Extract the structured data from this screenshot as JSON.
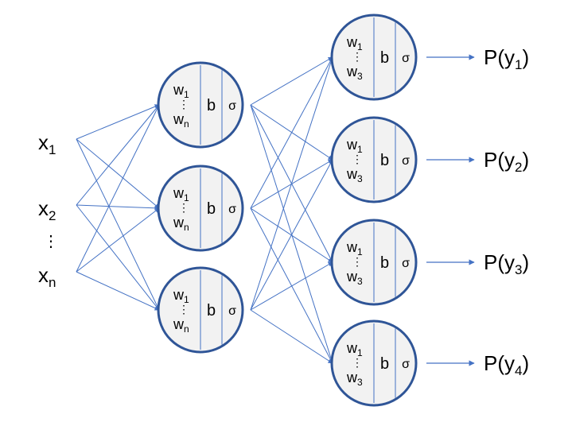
{
  "inputs": [
    {
      "base": "x",
      "sub": "1"
    },
    {
      "base": "x",
      "sub": "2"
    },
    {
      "base": "x",
      "sub": "n"
    }
  ],
  "input_ellipsis": "⋮",
  "hidden_neurons": [
    {
      "w_top": "w",
      "w_top_sub": "1",
      "w_dots": "⋮",
      "w_bot": "w",
      "w_bot_sub": "n",
      "bias": "b",
      "activation": "σ"
    },
    {
      "w_top": "w",
      "w_top_sub": "1",
      "w_dots": "⋮",
      "w_bot": "w",
      "w_bot_sub": "n",
      "bias": "b",
      "activation": "σ"
    },
    {
      "w_top": "w",
      "w_top_sub": "1",
      "w_dots": "⋮",
      "w_bot": "w",
      "w_bot_sub": "n",
      "bias": "b",
      "activation": "σ"
    }
  ],
  "output_neurons": [
    {
      "w_top": "w",
      "w_top_sub": "1",
      "w_dots": "⋮",
      "w_bot": "w",
      "w_bot_sub": "3",
      "bias": "b",
      "activation": "σ"
    },
    {
      "w_top": "w",
      "w_top_sub": "1",
      "w_dots": "⋮",
      "w_bot": "w",
      "w_bot_sub": "3",
      "bias": "b",
      "activation": "σ"
    },
    {
      "w_top": "w",
      "w_top_sub": "1",
      "w_dots": "⋮",
      "w_bot": "w",
      "w_bot_sub": "3",
      "bias": "b",
      "activation": "σ"
    },
    {
      "w_top": "w",
      "w_top_sub": "1",
      "w_dots": "⋮",
      "w_bot": "w",
      "w_bot_sub": "3",
      "bias": "b",
      "activation": "σ"
    }
  ],
  "outputs": [
    {
      "pre": "P(y",
      "sub": "1",
      "post": ")"
    },
    {
      "pre": "P(y",
      "sub": "2",
      "post": ")"
    },
    {
      "pre": "P(y",
      "sub": "3",
      "post": ")"
    },
    {
      "pre": "P(y",
      "sub": "4",
      "post": ")"
    }
  ],
  "colors": {
    "neuron_stroke": "#2F5597",
    "neuron_fill": "#F2F2F2",
    "edge": "#4472C4",
    "divider": "#4472C4",
    "text": "#000000"
  }
}
